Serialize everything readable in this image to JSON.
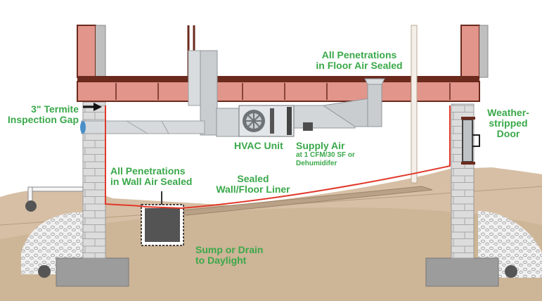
{
  "labels": {
    "termite_gap": [
      "3\" Termite",
      "Inspection Gap"
    ],
    "floor_penetrations": [
      "All Penetrations",
      "in Floor Air Sealed"
    ],
    "hvac_unit": "HVAC Unit",
    "supply_air": {
      "title": "Supply Air",
      "detail": [
        "at 1 CFM/30 SF or",
        "Dehumidifer"
      ]
    },
    "weather_door": [
      "Weather-",
      "stripped",
      "Door"
    ],
    "wall_penetrations": [
      "All Penetrations",
      "in Wall Air Sealed"
    ],
    "liner": [
      "Sealed",
      "Wall/Floor Liner"
    ],
    "sump": [
      "Sump or Drain",
      "to Daylight"
    ]
  },
  "colors": {
    "label_green": "#3aa84a",
    "liner_red": "#e0392b",
    "joist_pink": "#e2958a",
    "wood_dark": "#6b2a1e",
    "soil": "#d6bfa5",
    "soil_dark": "#c3a88a",
    "block": "#dcdcdc",
    "duct": "#c9cdd0",
    "footing": "#9c9c9c"
  }
}
